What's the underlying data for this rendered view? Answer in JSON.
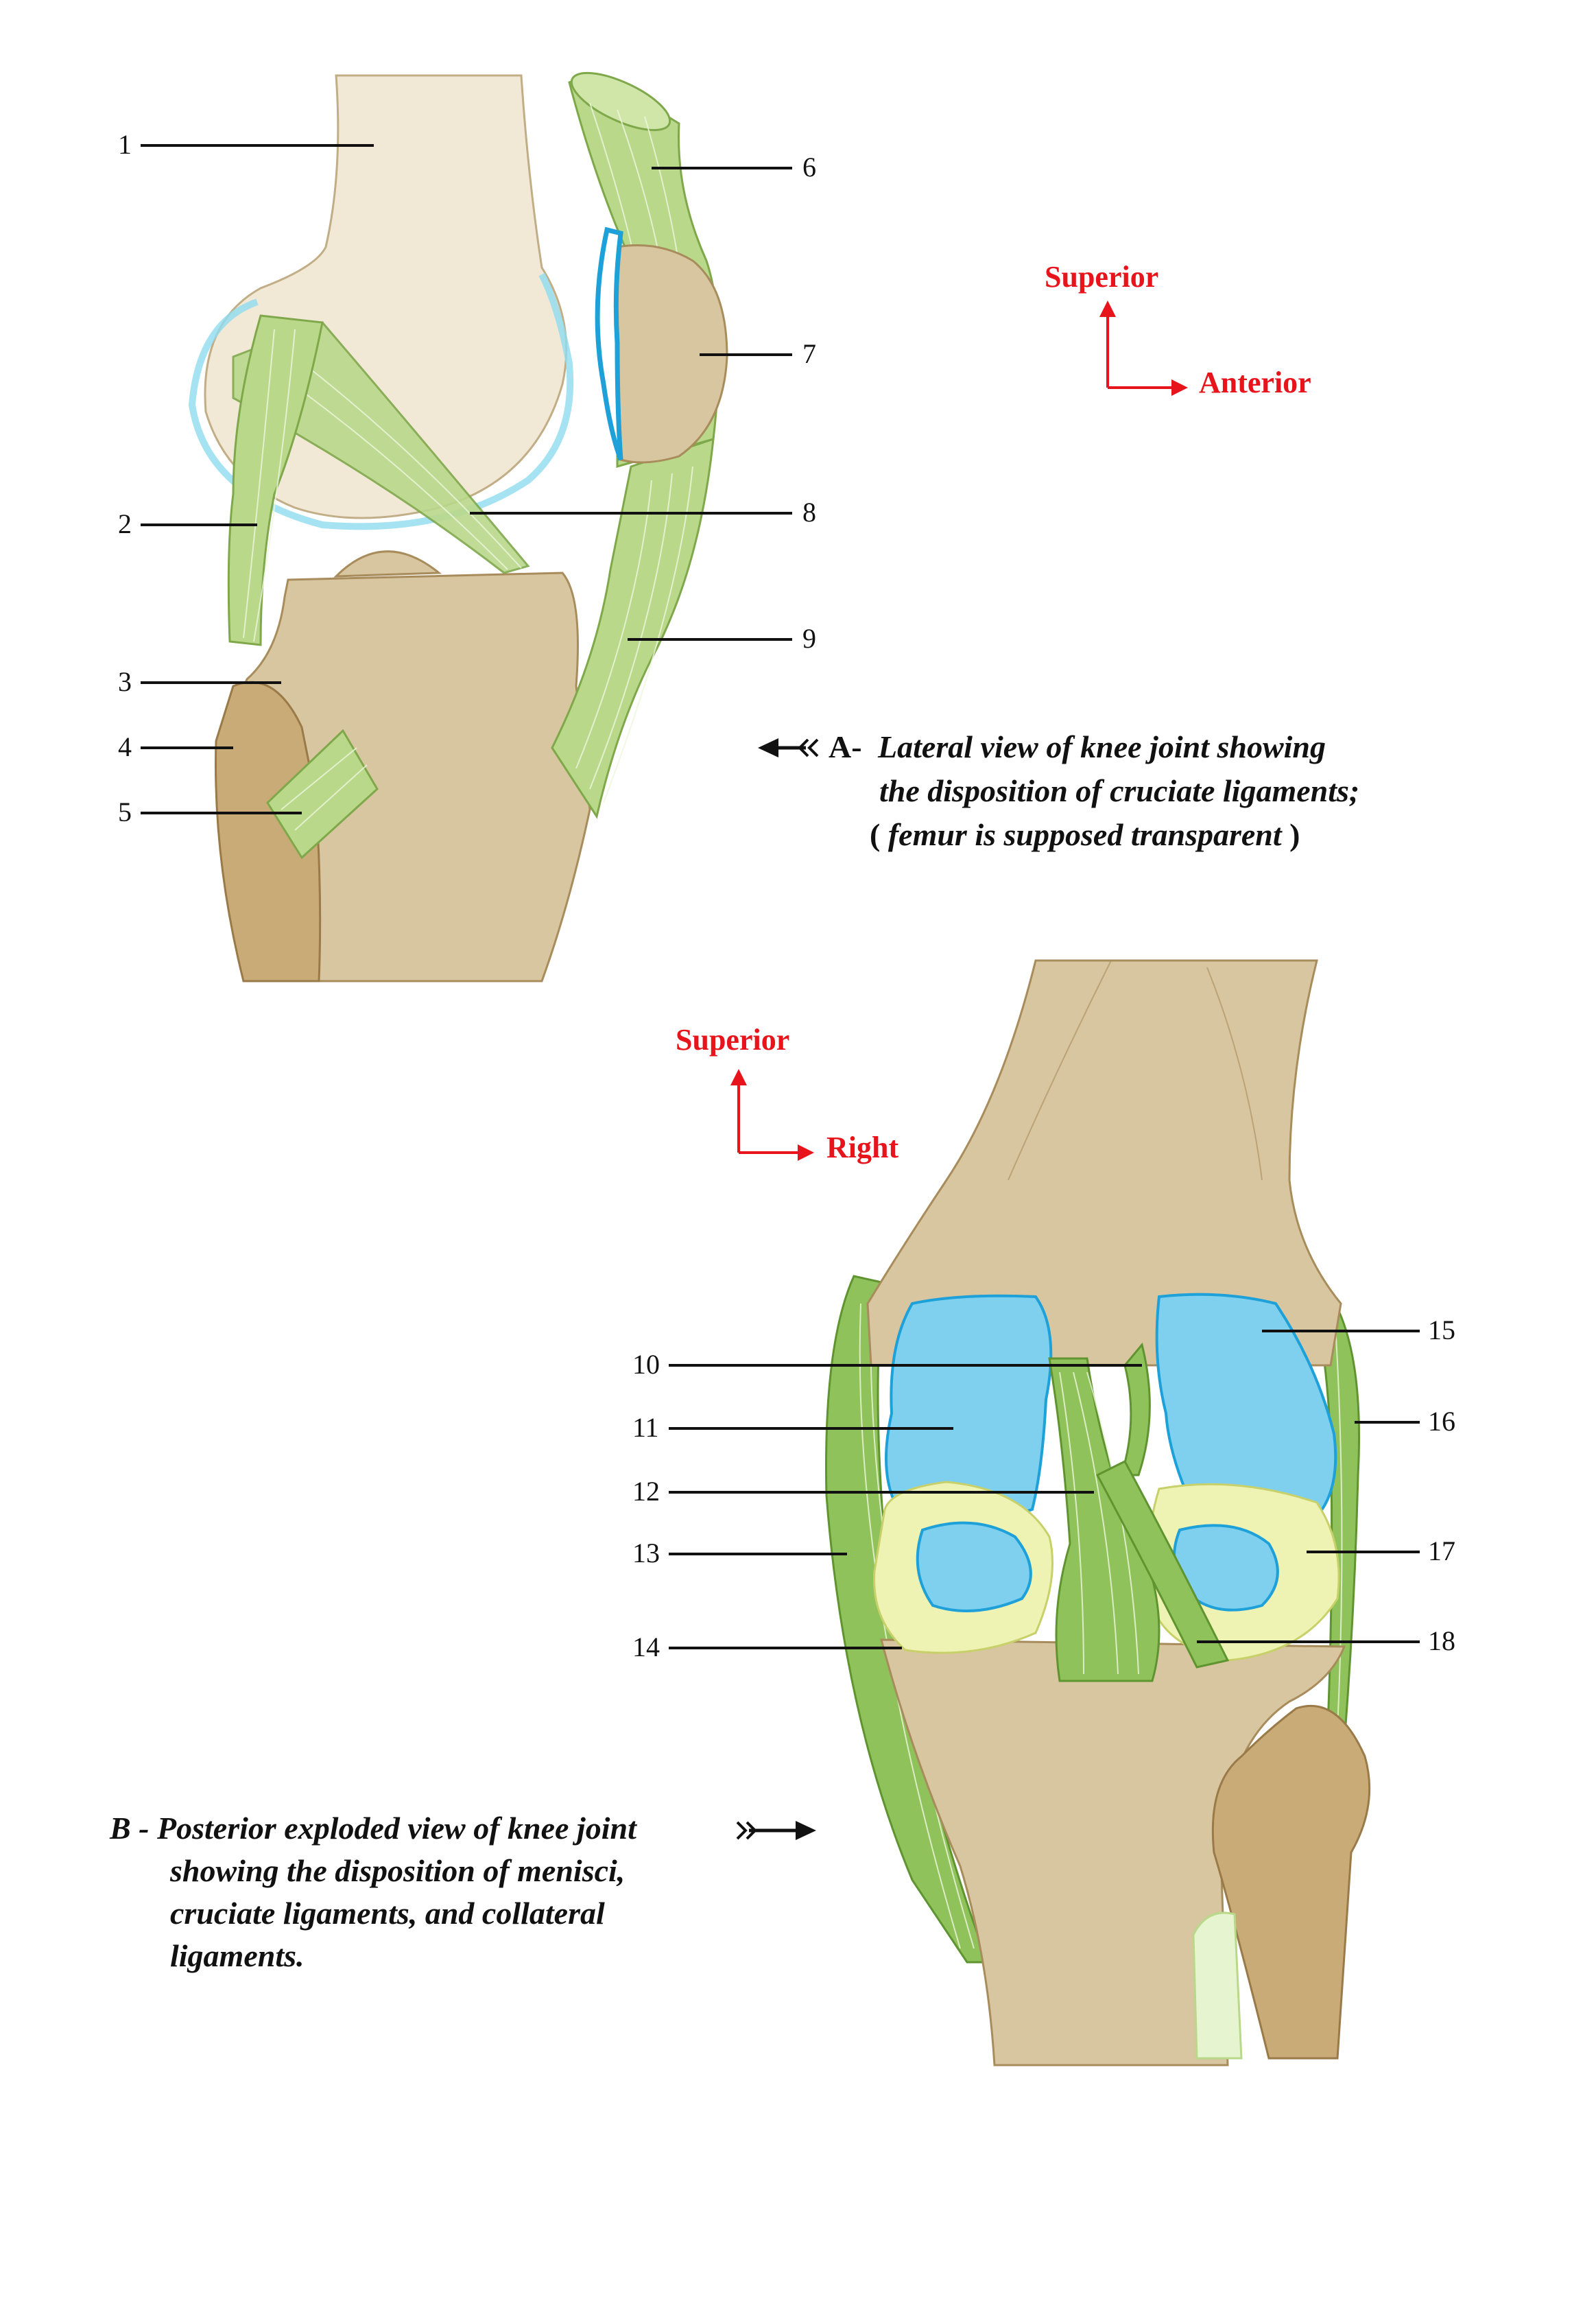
{
  "figure_a": {
    "labels": [
      "1",
      "2",
      "3",
      "4",
      "5",
      "6",
      "7",
      "8",
      "9"
    ],
    "orientation": {
      "up": "Superior",
      "right": "Anterior"
    },
    "caption": {
      "prefix": "A-",
      "line1": "Lateral view of knee joint showing",
      "line2": "the disposition of cruciate ligaments;",
      "line3_open": "(",
      "line3_text": "femur is supposed transparent",
      "line3_close": ")"
    }
  },
  "figure_b": {
    "labels": [
      "10",
      "11",
      "12",
      "13",
      "14",
      "15",
      "16",
      "17",
      "18"
    ],
    "orientation": {
      "up": "Superior",
      "right": "Right"
    },
    "caption": {
      "line1": "B - Posterior exploded view of knee joint",
      "line2": "showing the disposition of menisci,",
      "line3": "cruciate ligaments, and collateral",
      "line4": "ligaments."
    }
  },
  "colors": {
    "direction_text": "#e8141b",
    "ligament": "#b9d88a",
    "cartilage": "#7fd0ef",
    "bone": "#d8c6a0"
  }
}
